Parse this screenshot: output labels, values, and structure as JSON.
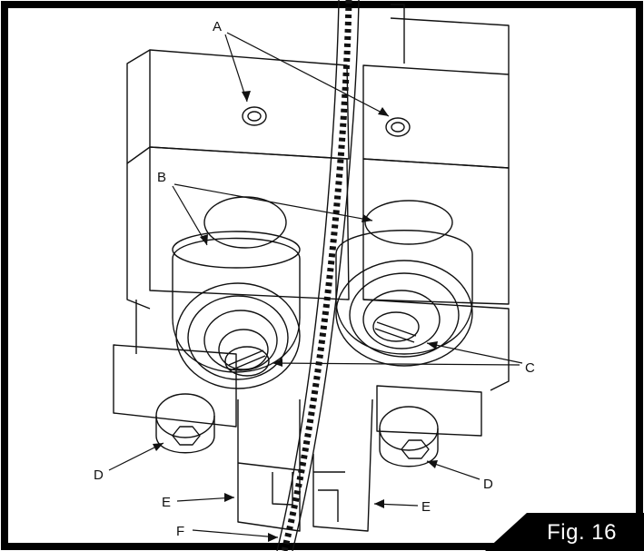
{
  "figure": {
    "label": "Fig. 16",
    "callouts": {
      "a": "A",
      "b": "B",
      "c": "C",
      "d_left": "D",
      "d_right": "D",
      "e_left": "E",
      "e_right": "E",
      "f": "F"
    }
  },
  "colors": {
    "line": "#111111",
    "border": "#000000",
    "tab": "#000000",
    "background": "#ffffff"
  }
}
